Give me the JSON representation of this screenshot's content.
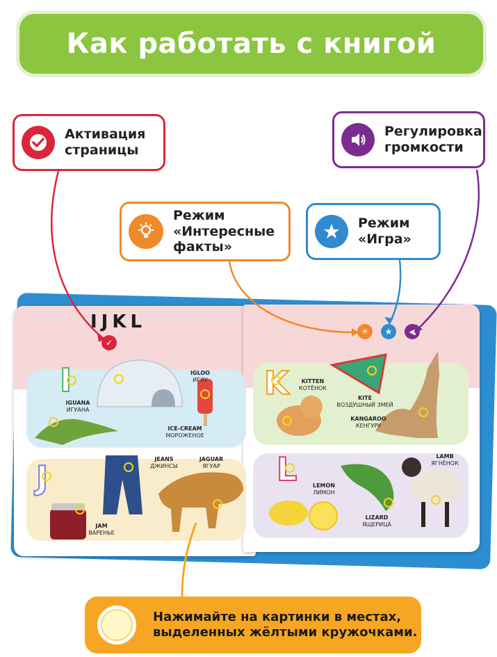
{
  "title": "Как работать с книгой",
  "callouts": {
    "activation": {
      "label_line1": "Активация",
      "label_line2": "страницы",
      "icon": "check-icon",
      "color": "#d9263a"
    },
    "volume": {
      "label_line1": "Регулировка",
      "label_line2": "громкости",
      "icon": "speaker-icon",
      "color": "#7a2c8f"
    },
    "facts": {
      "label_line1": "Режим",
      "label_line2": "«Интересные",
      "label_line3": "факты»",
      "icon": "lightbulb-icon",
      "color": "#ef8a2a"
    },
    "game": {
      "label_line1": "Режим",
      "label_line2": "«Игра»",
      "icon": "star-icon",
      "color": "#2f8bcf"
    }
  },
  "book": {
    "header_letters": "IJKL",
    "left_page": {
      "row_i": {
        "letter": "I",
        "items": [
          {
            "en": "IGLOO",
            "ru": "ИГЛУ"
          },
          {
            "en": "IGUANA",
            "ru": "ИГУАНА"
          },
          {
            "en": "ICE-CREAM",
            "ru": "МОРОЖЕНОЕ"
          }
        ]
      },
      "row_j": {
        "letter": "J",
        "items": [
          {
            "en": "JEANS",
            "ru": "ДЖИНСЫ"
          },
          {
            "en": "JAGUAR",
            "ru": "ЯГУАР"
          },
          {
            "en": "JAM",
            "ru": "ВАРЕНЬЕ"
          }
        ]
      }
    },
    "right_page": {
      "row_k": {
        "letter": "K",
        "items": [
          {
            "en": "KITTEN",
            "ru": "КОТЁНОК"
          },
          {
            "en": "KITE",
            "ru": "ВОЗДУШНЫЙ ЗМЕЙ"
          },
          {
            "en": "KANGAROO",
            "ru": "КЕНГУРУ"
          }
        ]
      },
      "row_l": {
        "letter": "L",
        "items": [
          {
            "en": "LEMON",
            "ru": "ЛИМОН"
          },
          {
            "en": "LIZARD",
            "ru": "ЯЩЕРИЦА"
          },
          {
            "en": "LAMB",
            "ru": "ЯГНЁНОК"
          }
        ]
      }
    }
  },
  "bottom_note": {
    "line1": "Нажимайте на картинки в местах,",
    "line2": "выделенных жёлтыми кружочками."
  },
  "colors": {
    "title_green": "#8cc540",
    "note_orange": "#f6a622",
    "book_blue": "#2c8ed1",
    "highlight_yellow": "#f3d51a"
  }
}
